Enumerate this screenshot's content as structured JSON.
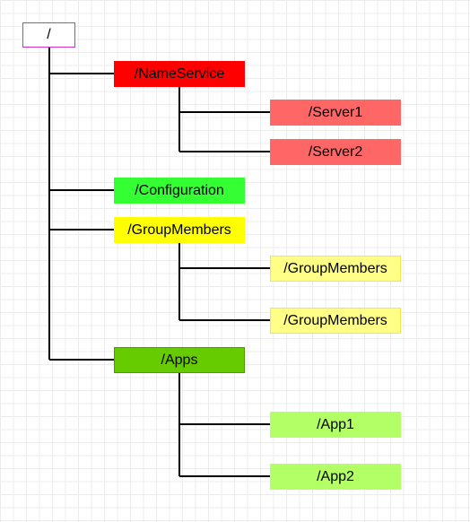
{
  "diagram": {
    "nodes": [
      {
        "id": "n-root",
        "label": "/",
        "fill": "#ffffff",
        "border": "#cc33cc"
      },
      {
        "id": "n-ns",
        "label": "/NameService",
        "fill": "#ff0000",
        "border": "#ff0000"
      },
      {
        "id": "n-s1",
        "label": "/Server1",
        "fill": "#ff6666",
        "border": "#ff6666"
      },
      {
        "id": "n-s2",
        "label": "/Server2",
        "fill": "#ff6666",
        "border": "#ff6666"
      },
      {
        "id": "n-cfg",
        "label": "/Configuration",
        "fill": "#33ff33",
        "border": "#33ff33"
      },
      {
        "id": "n-gm",
        "label": "/GroupMembers",
        "fill": "#ffff00",
        "border": "#ffff00"
      },
      {
        "id": "n-gm1",
        "label": "/GroupMembers",
        "fill": "#ffff88",
        "border": "#f2e64d"
      },
      {
        "id": "n-gm2",
        "label": "/GroupMembers",
        "fill": "#ffff88",
        "border": "#f2e64d"
      },
      {
        "id": "n-apps",
        "label": "/Apps",
        "fill": "#66cc00",
        "border": "#4d9900"
      },
      {
        "id": "n-app1",
        "label": "/App1",
        "fill": "#b3ff66",
        "border": "#b3ff66"
      },
      {
        "id": "n-app2",
        "label": "/App2",
        "fill": "#b3ff66",
        "border": "#b3ff66"
      }
    ],
    "edges": [
      {
        "from": "n-root",
        "to": "n-ns"
      },
      {
        "from": "n-root",
        "to": "n-cfg"
      },
      {
        "from": "n-root",
        "to": "n-gm"
      },
      {
        "from": "n-root",
        "to": "n-apps"
      },
      {
        "from": "n-ns",
        "to": "n-s1"
      },
      {
        "from": "n-ns",
        "to": "n-s2"
      },
      {
        "from": "n-gm",
        "to": "n-gm1"
      },
      {
        "from": "n-gm",
        "to": "n-gm2"
      },
      {
        "from": "n-apps",
        "to": "n-app1"
      },
      {
        "from": "n-apps",
        "to": "n-app2"
      }
    ]
  }
}
